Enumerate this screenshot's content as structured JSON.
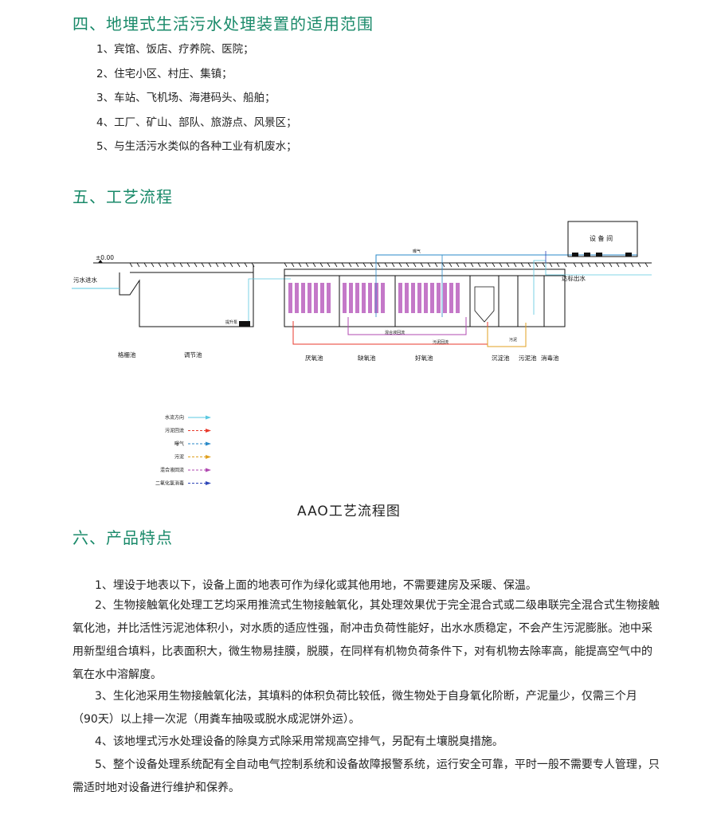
{
  "section4": {
    "title": "四、地埋式生活污水处理装置的适用范围",
    "items": [
      "1、宾馆、饭店、疗养院、医院；",
      "2、住宅小区、村庄、集镇；",
      "3、车站、飞机场、海港码头、船舶；",
      "4、工厂、矿山、部队、旅游点、风景区；",
      "5、与生活污水类似的各种工业有机废水；"
    ]
  },
  "section5": {
    "title": "五、工艺流程",
    "diagram": {
      "level_mark": "±0.00",
      "equipment_room": "设 备 间",
      "inlet": "污水进水",
      "outlet": "达标出水",
      "aeration": "曝气",
      "lift_pump": "提升泵",
      "return_mix": "混合液回流",
      "return_sludge": "污泥回流",
      "sludge": "污泥",
      "units": [
        "格栅池",
        "调节池",
        "厌氧池",
        "缺氧池",
        "好氧池",
        "沉淀池",
        "污泥池",
        "消毒池"
      ],
      "legend": [
        {
          "label": "水流方向",
          "color": "#5bc8e0",
          "label_color": "#5bc8e0"
        },
        {
          "label": "污泥回流",
          "color": "#e83a2c",
          "label_color": "#e83a2c"
        },
        {
          "label": "曝气",
          "color": "#2a8ac8",
          "label_color": "#1a6aa8"
        },
        {
          "label": "污泥",
          "color": "#e0a020",
          "label_color": "#e0a020"
        },
        {
          "label": "混合液回流",
          "color": "#b048b0",
          "label_color": "#b048b0"
        },
        {
          "label": "二氧化氯消毒",
          "color": "#3048b8",
          "label_color": "#1a2a6a"
        }
      ],
      "caption": "AAO工艺流程图"
    }
  },
  "section6": {
    "title": "六、产品特点",
    "paragraphs": [
      "1、埋设于地表以下，设备上面的地表可作为绿化或其他用地，不需要建房及采暖、保温。",
      "2、生物接触氧化处理工艺均采用推流式生物接触氧化，其处理效果优于完全混合式或二级串联完全混合式生物接触氧化池，并比活性污泥池体积小，对水质的适应性强，耐冲击负荷性能好，出水水质稳定，不会产生污泥膨胀。池中采用新型组合填料，比表面积大，微生物易挂膜，脱膜，在同样有机物负荷条件下，对有机物去除率高，能提高空气中的氧在水中溶解度。",
      "3、生化池采用生物接触氧化法，其填料的体积负荷比较低，微生物处于自身氧化阶断，产泥量少，仅需三个月（90天）以上排一次泥（用粪车抽吸或脱水成泥饼外运）。",
      "4、该地埋式污水处理设备的除臭方式除采用常规高空排气，另配有土壤脱臭措施。",
      "5、整个设备处理系统配有全自动电气控制系统和设备故障报警系统，运行安全可靠，平时一般不需要专人管理，只需适时地对设备进行维护和保养。"
    ]
  }
}
